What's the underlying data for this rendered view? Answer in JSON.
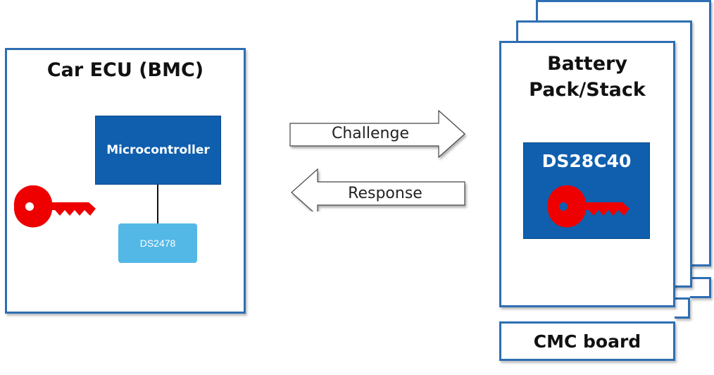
{
  "ecu": {
    "title": "Car ECU (BMC)",
    "microcontroller_label": "Microcontroller",
    "ds2478_label": "DS2478"
  },
  "arrows": {
    "challenge_label": "Challenge",
    "response_label": "Response"
  },
  "battery": {
    "title_line1": "Battery",
    "title_line2": "Pack/Stack",
    "chip_label": "DS28C40",
    "cmc_label": "CMC board"
  },
  "colors": {
    "frame_blue": "#2e6eb3",
    "chip_blue": "#0f5fae",
    "ds2478_blue": "#53b8e6",
    "key_red": "#ee0000"
  },
  "icons": {
    "ecu_key": "key-icon",
    "chip_key": "key-icon"
  }
}
